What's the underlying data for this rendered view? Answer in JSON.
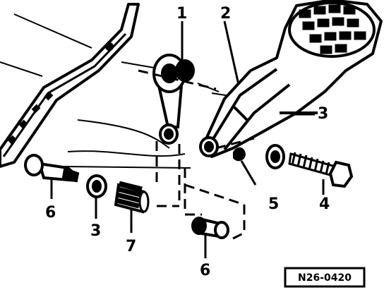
{
  "labels": {
    "p1": "1",
    "p2": "2",
    "p3a": "3",
    "p3b": "3",
    "p4": "4",
    "p5": "5",
    "p6a": "6",
    "p6b": "6",
    "p7": "7"
  },
  "reference": "N26-0420"
}
